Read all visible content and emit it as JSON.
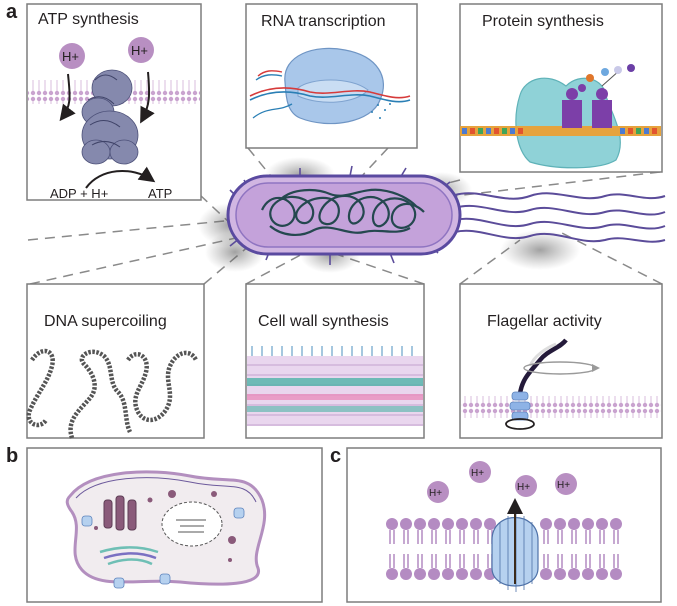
{
  "figure": {
    "panel_letters": {
      "a": "a",
      "b": "b",
      "c": "c"
    },
    "panel_titles": {
      "atp": "ATP synthesis",
      "rna": "RNA transcription",
      "protein": "Protein synthesis",
      "dna": "DNA supercoiling",
      "cellwall": "Cell wall synthesis",
      "flagellar": "Flagellar activity"
    },
    "atp_labels": {
      "proton_1": "H+",
      "proton_2": "H+",
      "reactant": "ADP + H+",
      "product": "ATP"
    },
    "panel_c_protons": [
      "H+",
      "H+",
      "H+",
      "H+"
    ]
  },
  "colors": {
    "membrane_purple": "#b98fc0",
    "cell_fill": "#c9a8d8",
    "cell_outline": "#6a4f9c",
    "atp_synthase": "#7f83a8",
    "ribosome_teal": "#8fd3d6",
    "polymerase_blue": "#aac8ea",
    "channel_blue": "#b6d1ef",
    "dna_dark": "#254a52",
    "line_gray": "#8a8a8a"
  }
}
